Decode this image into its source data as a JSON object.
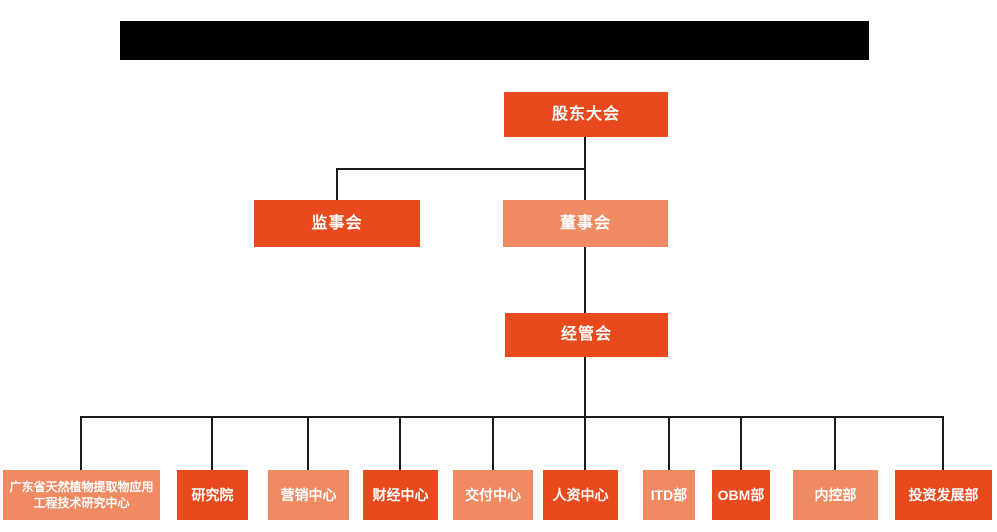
{
  "chart_title": "",
  "colors": {
    "primary_dark_orange": "#e8491d",
    "secondary_salmon": "#f08a63",
    "connector_line": "#1a1a1a",
    "redacted_bar": "#000000",
    "node_text": "#ffffff"
  },
  "org": {
    "level1": {
      "label": "股东大会"
    },
    "level2": [
      {
        "label": "监事会"
      },
      {
        "label": "董事会"
      }
    ],
    "level3": {
      "label": "经管会"
    },
    "departments": [
      {
        "label": "广东省天然植物提取物应用工程技术研究中心"
      },
      {
        "label": "研究院"
      },
      {
        "label": "营销中心"
      },
      {
        "label": "财经中心"
      },
      {
        "label": "交付中心"
      },
      {
        "label": "人资中心"
      },
      {
        "label": "ITD部"
      },
      {
        "label": "OBM部"
      },
      {
        "label": "内控部"
      },
      {
        "label": "投资发展部"
      }
    ]
  }
}
